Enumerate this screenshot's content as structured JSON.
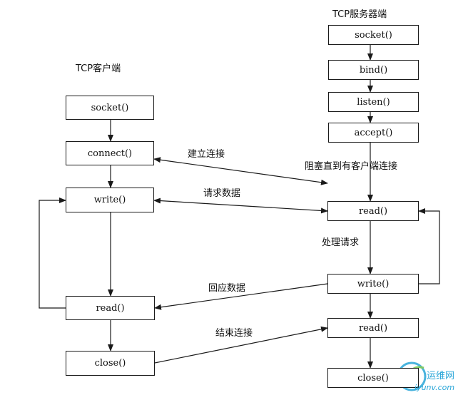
{
  "client": {
    "title": "TCP客户端",
    "socket": "socket()",
    "connect": "connect()",
    "write": "write()",
    "read": "read()",
    "close": "close()"
  },
  "server": {
    "title": "TCP服务器端",
    "socket": "socket()",
    "bind": "bind()",
    "listen": "listen()",
    "accept": "accept()",
    "read1": "read()",
    "write": "write()",
    "read2": "read()",
    "close": "close()"
  },
  "labels": {
    "establish": "建立连接",
    "block": "阻塞直到有客户端连接",
    "request": "请求数据",
    "process": "处理请求",
    "response": "回应数据",
    "finish": "结束连接"
  },
  "watermark": {
    "cn": "运维网",
    "url": "iyunv.com"
  }
}
